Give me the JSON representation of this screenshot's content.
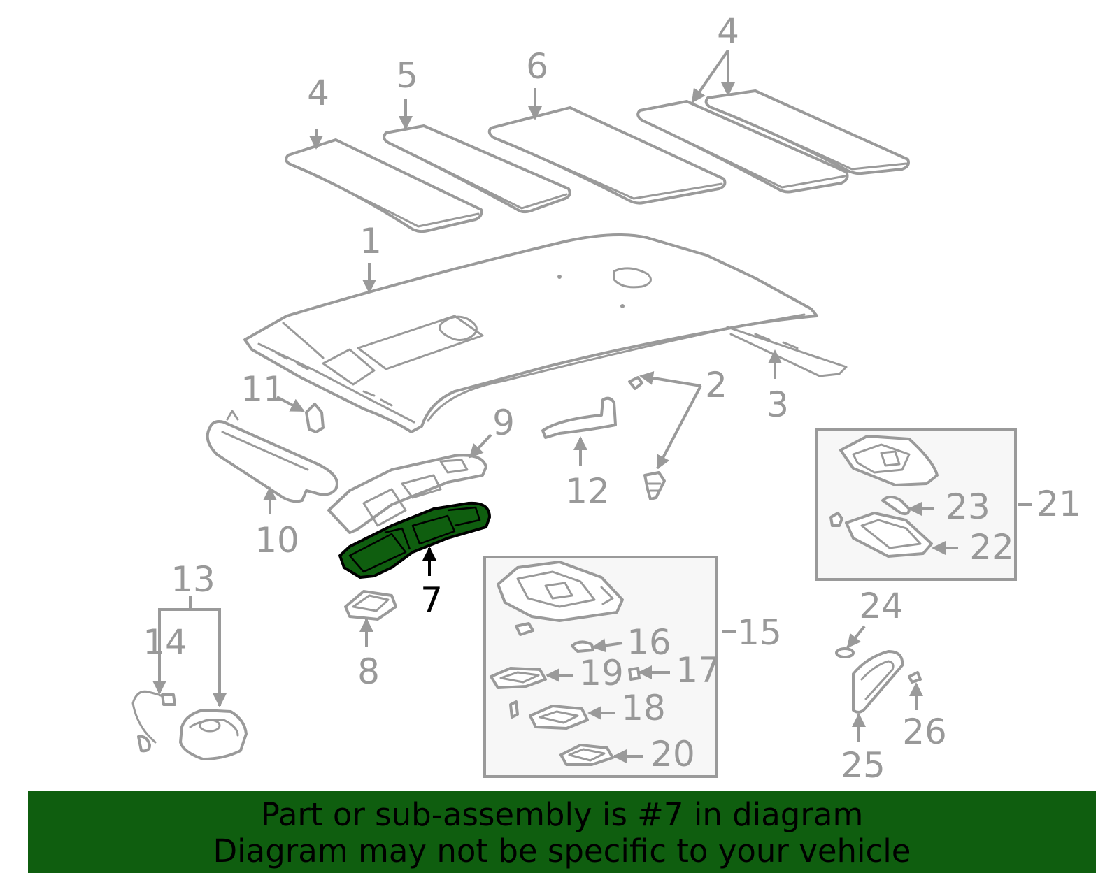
{
  "diagram": {
    "highlighted_part": "7",
    "callouts": [
      "1",
      "2",
      "3",
      "4",
      "4",
      "5",
      "6",
      "7",
      "8",
      "9",
      "10",
      "11",
      "12",
      "13",
      "14",
      "15",
      "16",
      "17",
      "18",
      "19",
      "20",
      "21",
      "22",
      "23",
      "24",
      "25",
      "26"
    ]
  },
  "footer": {
    "line1": "Part or sub-assembly is #7 in diagram",
    "line2": "Diagram may not be specific to your vehicle"
  },
  "colors": {
    "banner": "#0f5e0f",
    "highlight_fill": "#0f5e0f",
    "line_art": "#9a9a9a",
    "highlight_label": "#000000"
  }
}
